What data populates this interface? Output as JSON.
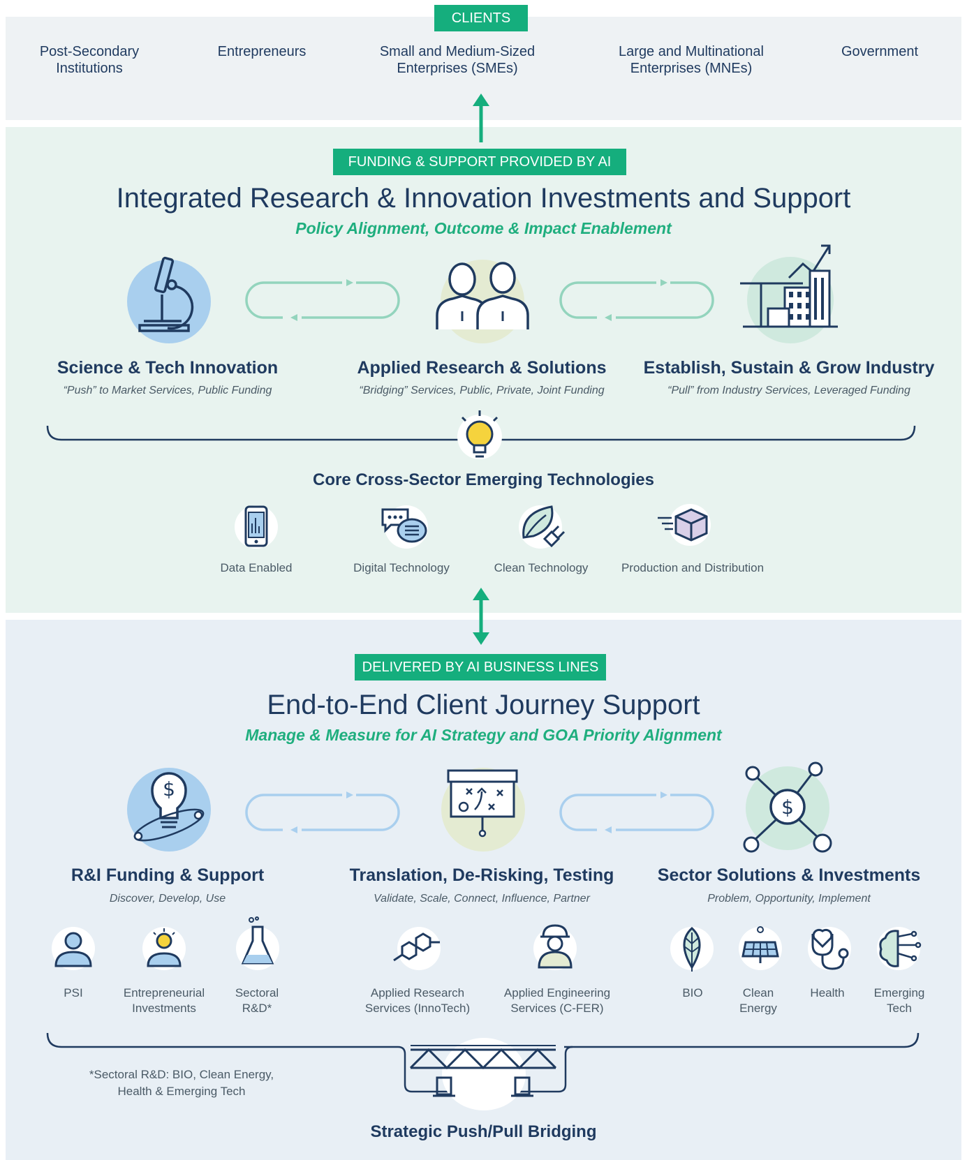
{
  "clients": {
    "tag": "CLIENTS",
    "items": [
      {
        "line1": "Post-Secondary",
        "line2": "Institutions"
      },
      {
        "line1": "Entrepreneurs",
        "line2": ""
      },
      {
        "line1": "Small and Medium-Sized",
        "line2": "Enterprises (SMEs)"
      },
      {
        "line1": "Large and Multinational",
        "line2": "Enterprises (MNEs)"
      },
      {
        "line1": "Government",
        "line2": ""
      }
    ]
  },
  "support": {
    "tag": "FUNDING & SUPPORT PROVIDED BY AI",
    "title": "Integrated Research & Innovation Investments and Support",
    "subtitle": "Policy Alignment, Outcome & Impact Enablement",
    "pillars": [
      {
        "title": "Science & Tech Innovation",
        "sub": "“Push” to Market Services, Public Funding",
        "icon": "microscope-icon"
      },
      {
        "title": "Applied Research & Solutions",
        "sub": "“Bridging” Services, Public, Private, Joint Funding",
        "icon": "researchers-icon"
      },
      {
        "title": "Establish, Sustain & Grow Industry",
        "sub": "“Pull” from Industry Services, Leveraged Funding",
        "icon": "industry-growth-icon"
      }
    ],
    "core_title": "Core Cross-Sector Emerging Technologies",
    "core_items": [
      {
        "label": "Data Enabled",
        "icon": "smartphone-chart-icon"
      },
      {
        "label": "Digital Technology",
        "icon": "chat-bubbles-icon"
      },
      {
        "label": "Clean Technology",
        "icon": "leaf-plug-icon"
      },
      {
        "label": "Production and Distribution",
        "icon": "package-icon"
      }
    ]
  },
  "delivery": {
    "tag": "DELIVERED BY AI BUSINESS LINES",
    "title": "End-to-End Client Journey Support",
    "subtitle": "Manage & Measure for AI Strategy and GOA Priority Alignment",
    "pillars": [
      {
        "title": "R&I Funding & Support",
        "sub": "Discover, Develop, Use",
        "icon": "dollar-lightbulb-icon"
      },
      {
        "title": "Translation, De-Risking, Testing",
        "sub": "Validate, Scale, Connect, Influence, Partner",
        "icon": "strategy-board-icon"
      },
      {
        "title": "Sector Solutions & Investments",
        "sub": "Problem, Opportunity, Implement",
        "icon": "dollar-network-icon"
      }
    ],
    "services": [
      {
        "line1": "PSI",
        "line2": "",
        "icon": "person-icon"
      },
      {
        "line1": "Entrepreneurial",
        "line2": "Investments",
        "icon": "idea-person-icon"
      },
      {
        "line1": "Sectoral",
        "line2": "R&D*",
        "icon": "flask-icon"
      },
      {
        "line1": "Applied Research",
        "line2": "Services (InnoTech)",
        "icon": "molecule-icon"
      },
      {
        "line1": "Applied Engineering",
        "line2": "Services (C-FER)",
        "icon": "engineer-icon"
      },
      {
        "line1": "BIO",
        "line2": "",
        "icon": "leaf-icon"
      },
      {
        "line1": "Clean",
        "line2": "Energy",
        "icon": "solar-panel-icon"
      },
      {
        "line1": "Health",
        "line2": "",
        "icon": "stethoscope-icon"
      },
      {
        "line1": "Emerging",
        "line2": "Tech",
        "icon": "brain-circuit-icon"
      }
    ],
    "footnote_line1": "*Sectoral R&D: BIO, Clean Energy,",
    "footnote_line2": "Health & Emerging Tech",
    "bridge_title": "Strategic Push/Pull Bridging"
  },
  "colors": {
    "accent_green": "#15ae7d",
    "navy": "#1f3a5f",
    "light_blue_circle": "#a9cfee",
    "light_olive_circle": "#e4ebd2",
    "light_mint_circle": "#cfe9de"
  }
}
